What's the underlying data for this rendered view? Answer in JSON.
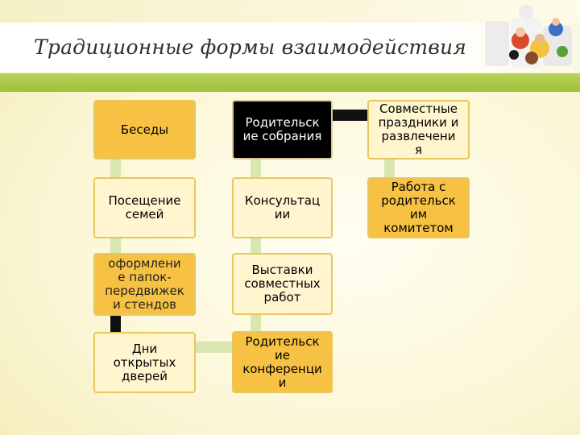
{
  "title": "Традиционные формы взаимодействия",
  "boxes": {
    "besedy": "Беседы",
    "roditelskie_sobraniya": "Родительск\nие собрания",
    "sovmestnye_prazdniki": "Совместные\nпраздники и\nразвлечени\nя",
    "poseshchenie_semey": "Посещение\nсемей",
    "konsultatsii": "Консультац\nии",
    "rabota_s_komitetom": "Работа с\nродительск\nим\nкомитетом",
    "oformlenie_papok": "оформлени\nе папок-\nпередвижек\nи стендов",
    "vystavki": "Выставки\nсовместных\nработ",
    "dni_otkrytykh_dverey": "Дни\nоткрытых\nдверей",
    "roditelskie_konferentsii": "Родительск\nие\nконференци\nи"
  },
  "icons": {
    "corner": "puzzle-children-icon"
  },
  "colors": {
    "box_orange": "#f7c243",
    "box_black": "#000000",
    "box_pale": "#fff6cf",
    "accent_green": "#9ec13a",
    "connector": "#d8e6b0"
  }
}
